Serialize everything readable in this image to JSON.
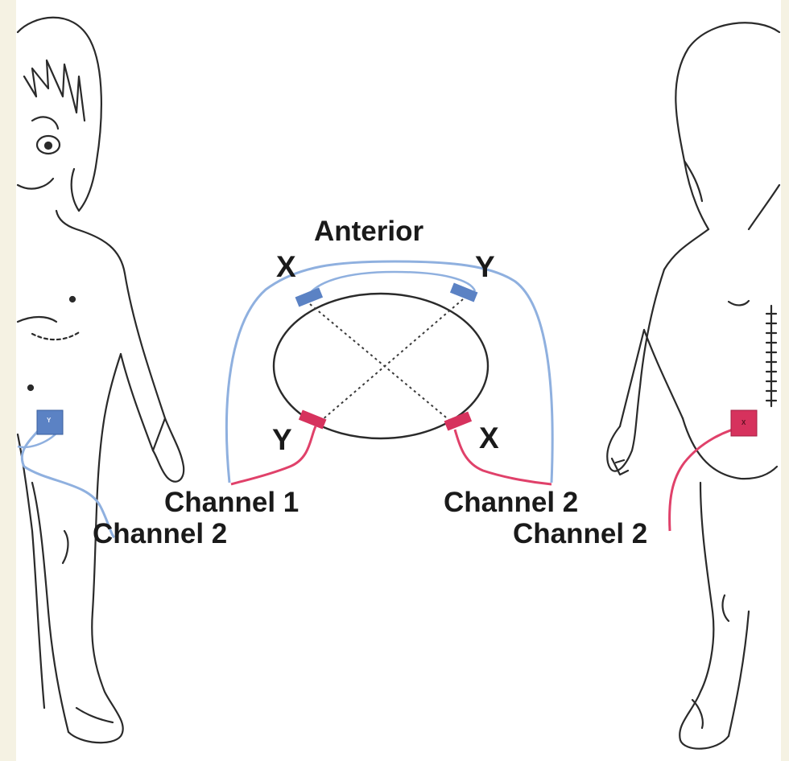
{
  "labels": {
    "anterior": "Anterior",
    "top_left": "X",
    "top_right": "Y",
    "bottom_left": "Y",
    "bottom_right": "X",
    "channel_left": "Channel 1",
    "channel_right": "Channel 2",
    "channel_front_child": "Channel 2",
    "channel_back_child": "Channel 2"
  },
  "electrodes": {
    "front_child_marker": "Y",
    "back_child_marker": "X"
  },
  "colors": {
    "blue_lead": "#8fb0df",
    "red_lead": "#e0416a",
    "blue_pad": "#5b82c4",
    "red_pad": "#d6325d",
    "outline": "#2a2a2a",
    "background": "#f5f2e3"
  }
}
